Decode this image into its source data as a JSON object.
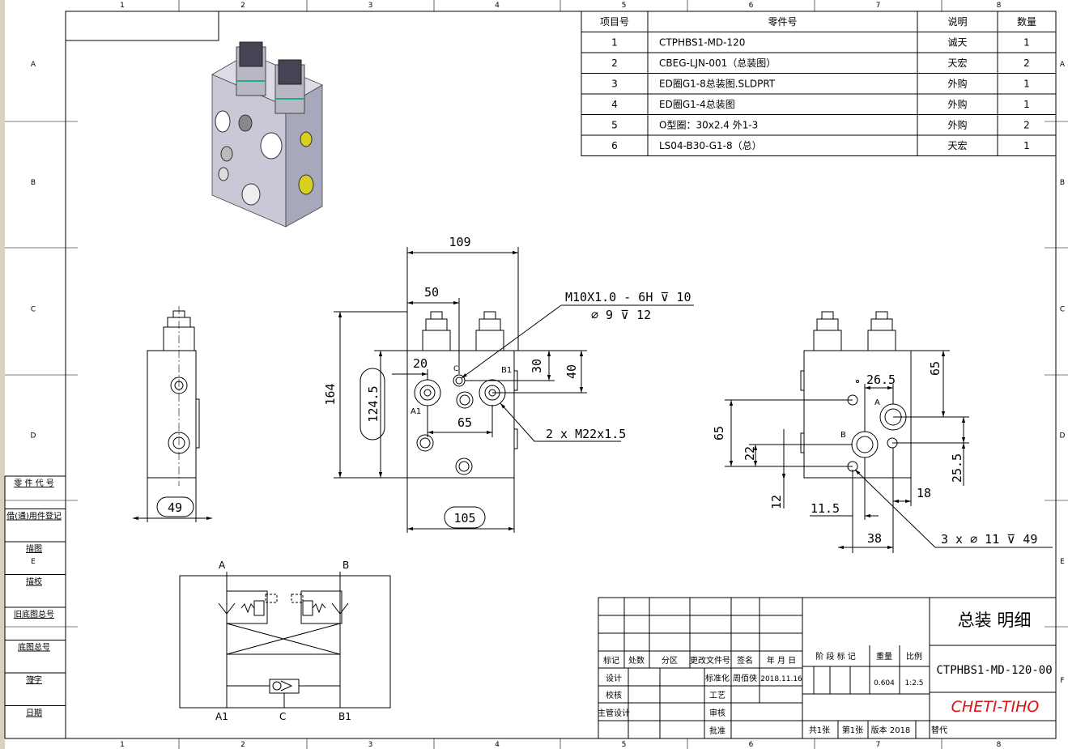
{
  "border": {
    "columns": [
      "1",
      "2",
      "3",
      "4",
      "5",
      "6",
      "7",
      "8"
    ],
    "rows": [
      "A",
      "B",
      "C",
      "D",
      "E",
      "F"
    ]
  },
  "left_strip": [
    "零 件 代 号",
    "借(通)用件登记",
    "描图",
    "描校",
    "旧底图总号",
    "底图总号",
    "签字",
    "日期"
  ],
  "bom": {
    "headers": [
      "项目号",
      "零件号",
      "说明",
      "数量"
    ],
    "rows": [
      [
        "1",
        "CTPHBS1-MD-120",
        "诚天",
        "1"
      ],
      [
        "2",
        "CBEG-LJN-001（总装图）",
        "天宏",
        "2"
      ],
      [
        "3",
        "ED圈G1-8总装图.SLDPRT",
        "外购",
        "1"
      ],
      [
        "4",
        "ED圈G1-4总装图",
        "外购",
        "1"
      ],
      [
        "5",
        "O型圈：30x2.4 外1-3",
        "外购",
        "2"
      ],
      [
        "6",
        "LS04-B30-G1-8（总）",
        "天宏",
        "1"
      ]
    ]
  },
  "dims": {
    "side": {
      "width": "49"
    },
    "front": {
      "w109": "109",
      "w50": "50",
      "h164": "164",
      "h124": "124.5",
      "w20": "20",
      "w65": "65",
      "h30": "30",
      "h40": "40",
      "w105": "105",
      "port_c": "C",
      "port_b1": "B1",
      "port_a1": "A1",
      "thread1": "M10X1.0 - 6H ⊽ 10",
      "thread2": "⌀ 9 ⊽ 12",
      "thread3": "2 x M22x1.5"
    },
    "back": {
      "h65top": "65",
      "w26": "26.5",
      "h65": "65",
      "h22": "22",
      "h12": "12",
      "w11": "11.5",
      "w38": "38",
      "w18": "18",
      "h25": "25.5",
      "holes": "3 x ⌀ 11 ⊽ 49",
      "port_a": "A",
      "port_b": "B"
    }
  },
  "schematic": {
    "a": "A",
    "b": "B",
    "a1": "A1",
    "c": "C",
    "b1": "B1"
  },
  "title_block": {
    "title": "总装 明细",
    "drawing_no": "CTPHBS1-MD-120-00",
    "company": "CHETI-TIHO",
    "rev_headers": [
      "标记",
      "处数",
      "分区",
      "更改文件号",
      "签名",
      "年 月 日"
    ],
    "design": "设计",
    "check": "校核",
    "chief": "主管设计",
    "standard": "标准化",
    "standard_name": "周佰侠",
    "date": "2018.11.16",
    "process": "工艺",
    "review": "审核",
    "approve": "批准",
    "stage": "阶 段 标 记",
    "weight_label": "重量",
    "scale_label": "比例",
    "weight": "0.604",
    "scale": "1:2.5",
    "sheets": "共1张",
    "sheet_no": "第1张",
    "version": "版本 2018",
    "replace": "替代"
  }
}
